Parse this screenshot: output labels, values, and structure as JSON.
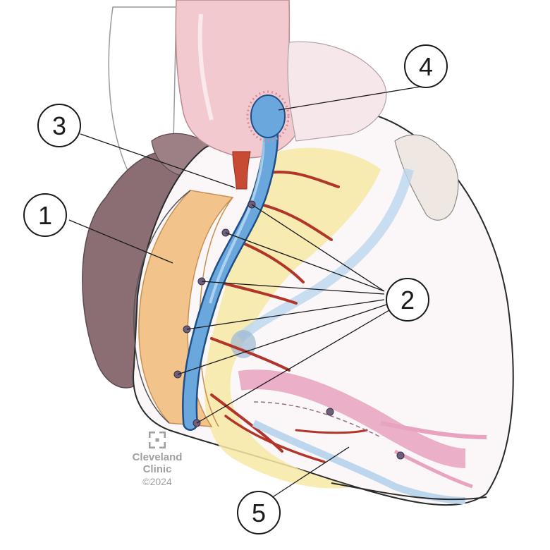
{
  "callouts": [
    "1",
    "2",
    "3",
    "4",
    "5"
  ],
  "watermark": {
    "brand_line1": "Cleveland",
    "brand_line2": "Clinic",
    "copyright": "©2024"
  },
  "colors": {
    "heart_body": "#fbf7f8",
    "heart_outline": "#2a2a2a",
    "left_atrium": "#8a6e74",
    "aorta": "#f2c9cf",
    "pulmonary_fat": "#f7e9a6",
    "graft_vein": "#6aa7dc",
    "graft_edge": "#1f4f86",
    "coronary_artery": "#b2352a",
    "muscle_band": "#f2c48c",
    "pink_vessel": "#e7a3bf",
    "faint_blue_vessel": "#bcd6ee",
    "watermark": "#a0a0a0"
  }
}
